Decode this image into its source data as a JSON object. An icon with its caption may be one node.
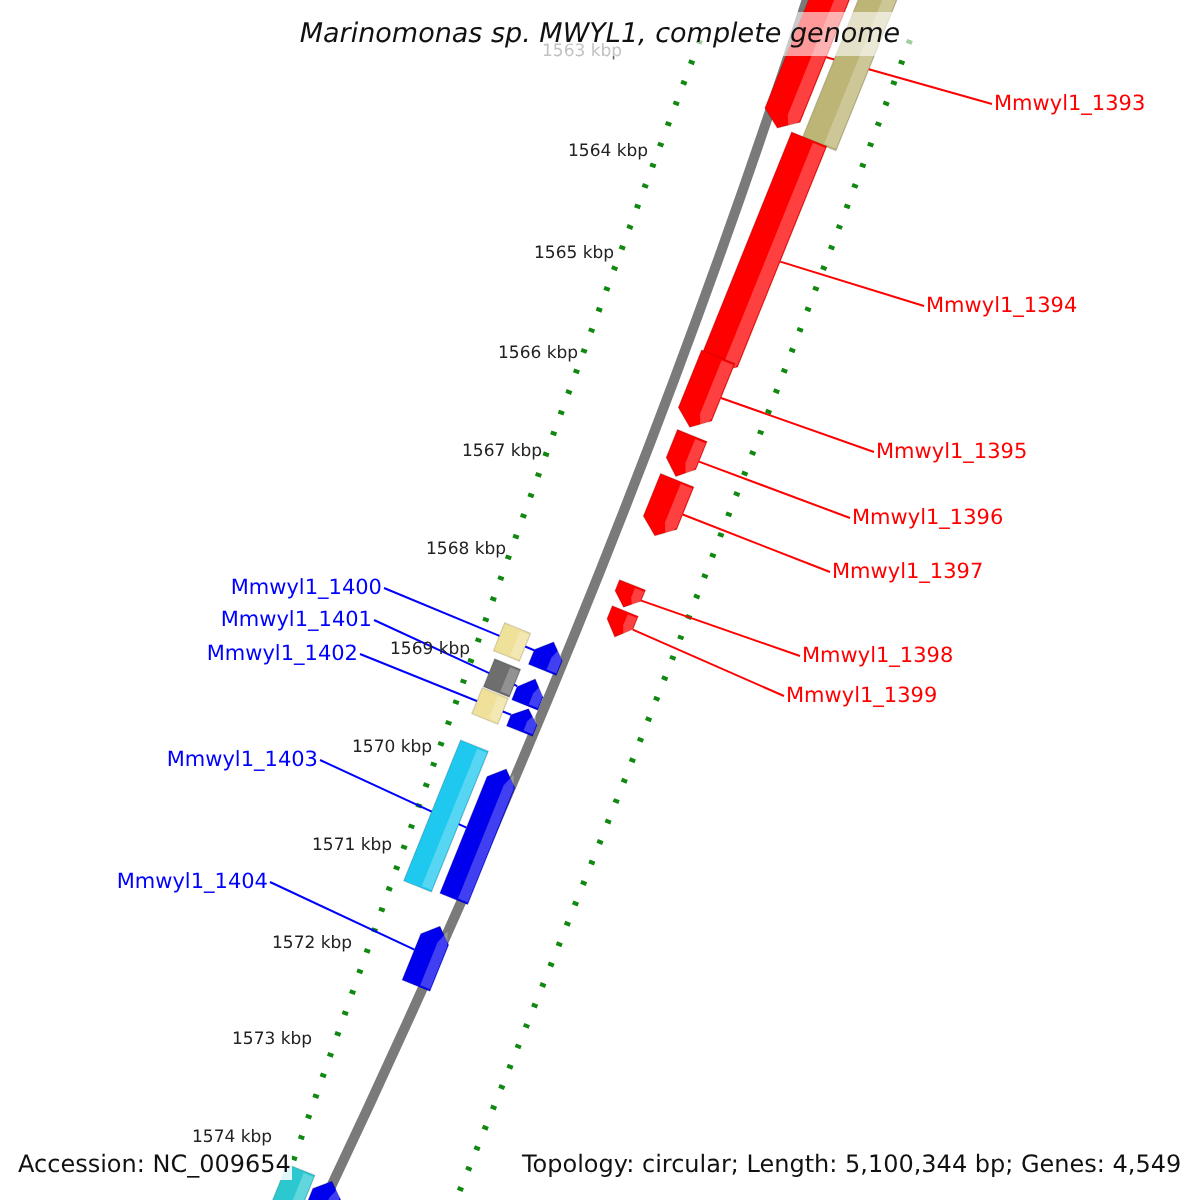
{
  "diagram": {
    "title": "Marinomonas sp. MWYL1, complete genome",
    "nodes": [
      {
        "text": [
          "Mmwyl1_1393"
        ]
      },
      {
        "text": [
          "Mmwyl1_1394"
        ]
      },
      {
        "text": [
          "Mmwyl1_1395"
        ]
      },
      {
        "text": [
          "Mmwyl1_1396"
        ]
      },
      {
        "text": [
          "Mmwyl1_1397"
        ]
      },
      {
        "text": [
          "Mmwyl1_1398"
        ]
      },
      {
        "text": [
          "Mmwyl1_1399"
        ]
      },
      {
        "text": [
          "Mmwyl1_1400"
        ]
      },
      {
        "text": [
          "Mmwyl1_1401"
        ]
      },
      {
        "text": [
          "Mmwyl1_1402"
        ]
      },
      {
        "text": [
          "Mmwyl1_1403"
        ]
      },
      {
        "text": [
          "Mmwyl1_1404"
        ]
      },
      {
        "text": [],
        "shape": "arrow"
      },
      {
        "text": [],
        "shape": "arrow"
      },
      {
        "text": [],
        "shape": "arrow"
      },
      {
        "text": [],
        "shape": "arrow"
      },
      {
        "text": [],
        "shape": "arrow"
      },
      {
        "text": [],
        "shape": "arrow"
      },
      {
        "text": [],
        "shape": "arrow"
      },
      {
        "text": [],
        "shape": "arrow"
      },
      {
        "text": [],
        "shape": "arrow"
      },
      {
        "text": [],
        "shape": "arrow"
      },
      {
        "text": [],
        "shape": "arrow"
      },
      {
        "text": [],
        "shape": "arrow"
      },
      {
        "text": [],
        "shape": "arrow"
      }
    ],
    "edges": [
      {
        "from": 0,
        "to": 12,
        "arrow": "none"
      },
      {
        "from": 1,
        "to": 13,
        "arrow": "none"
      },
      {
        "from": 2,
        "to": 14,
        "arrow": "none"
      },
      {
        "from": 3,
        "to": 15,
        "arrow": "none"
      },
      {
        "from": 4,
        "to": 16,
        "arrow": "none"
      },
      {
        "from": 5,
        "to": 17,
        "arrow": "none"
      },
      {
        "from": 6,
        "to": 18,
        "arrow": "none"
      },
      {
        "from": 7,
        "to": 19,
        "arrow": "none",
        "color": "#0000ff"
      },
      {
        "from": 8,
        "to": 20,
        "arrow": "none",
        "color": "#0000ff"
      },
      {
        "from": 9,
        "to": 21,
        "arrow": "none",
        "color": "#0000ff"
      },
      {
        "from": 10,
        "to": 22,
        "arrow": "none",
        "color": "#0000ff"
      },
      {
        "from": 11,
        "to": 23,
        "arrow": "none",
        "color": "#0000ff"
      }
    ],
    "labels": [
      "1563 kbp",
      "1564 kbp",
      "1565 kbp",
      "1566 kbp",
      "1567 kbp",
      "1568 kbp",
      "1569 kbp",
      "1570 kbp",
      "1571 kbp",
      "1572 kbp",
      "1573 kbp",
      "1574 kbp",
      "Accession: NC_009654",
      "Topology: circular; Length: 5,100,344 bp; Genes: 4,549"
    ]
  }
}
